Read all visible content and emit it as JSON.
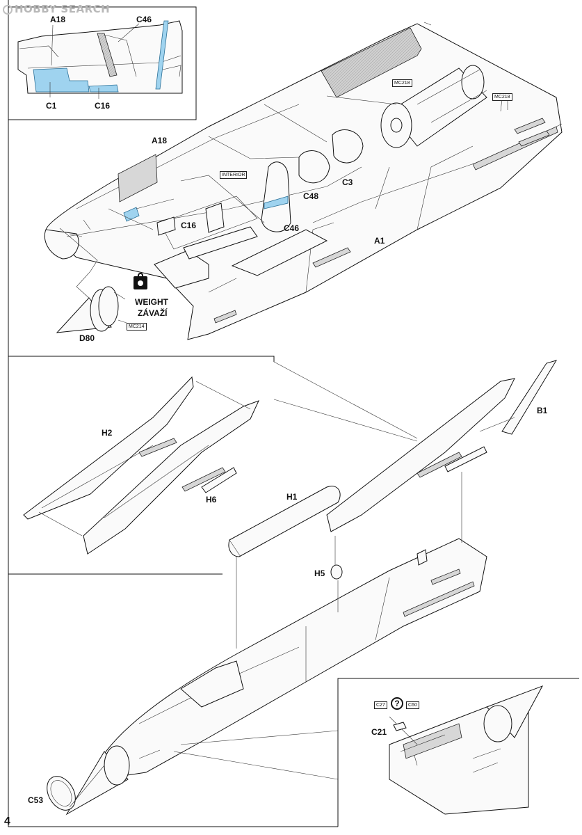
{
  "watermark": {
    "text": "HOBBY SEARCH"
  },
  "page_number": "4",
  "labels": {
    "a18_inset": "A18",
    "c46_inset": "C46",
    "c1_inset": "C1",
    "c16_inset": "C16",
    "a18_main": "A18",
    "c48": "C48",
    "c3": "C3",
    "c16_main": "C16",
    "c46_main": "C46",
    "a1": "A1",
    "d80": "D80",
    "h2": "H2",
    "h6": "H6",
    "h1": "H1",
    "b1": "B1",
    "h5": "H5",
    "c53": "C53",
    "c21": "C21"
  },
  "weight_note": {
    "line1": "WEIGHT",
    "line2": "ZÁVAŽÍ"
  },
  "paint_codes": {
    "mc218_a": "MC218",
    "mc218_b": "MC218",
    "mc214": "MC214",
    "interior": "INTERIOR",
    "c27": "C27",
    "c60": "C60"
  },
  "icons": {
    "weight": "weight-icon",
    "question": "question-mark-icon",
    "logo": "hobby-search-logo-icon"
  }
}
